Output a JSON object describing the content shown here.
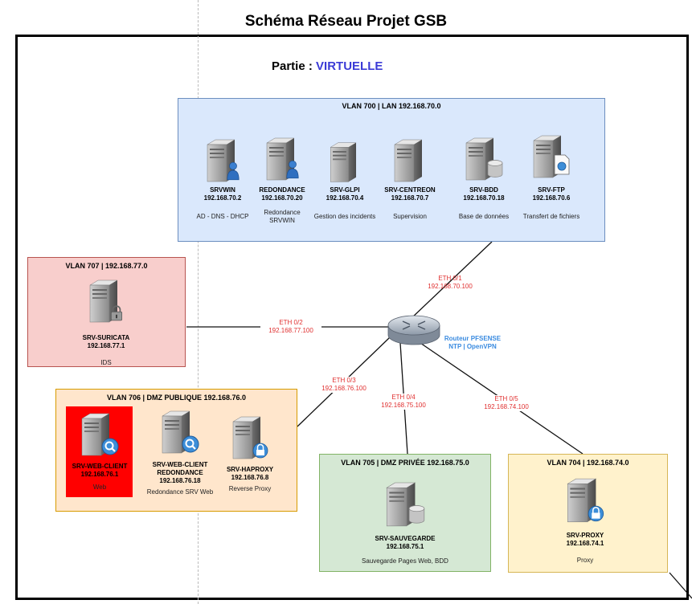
{
  "title": "Schéma Réseau Projet GSB",
  "part": {
    "label": "Partie :",
    "value": "VIRTUELLE"
  },
  "colors": {
    "accent": "#3b3bd6",
    "link_label": "#e03030",
    "router_label": "#3a8be0"
  },
  "zones": {
    "lan": {
      "title": "VLAN 700 | LAN 192.168.70.0",
      "servers": [
        {
          "name": "SRVWIN",
          "ip": "192.168.70.2",
          "desc": "AD - DNS - DHCP",
          "icon": "server-user-icon"
        },
        {
          "name": "REDONDANCE",
          "ip": "192.168.70.20",
          "desc": "Redondance SRVWIN",
          "icon": "server-user-icon"
        },
        {
          "name": "SRV-GLPI",
          "ip": "192.168.70.4",
          "desc": "Gestion des incidents",
          "icon": "server-icon"
        },
        {
          "name": "SRV-CENTREON",
          "ip": "192.168.70.7",
          "desc": "Supervision",
          "icon": "server-icon"
        },
        {
          "name": "SRV-BDD",
          "ip": "192.168.70.18",
          "desc": "Base de données",
          "icon": "server-database-icon"
        },
        {
          "name": "SRV-FTP",
          "ip": "192.168.70.6",
          "desc": "Transfert de fichiers",
          "icon": "server-file-icon"
        }
      ]
    },
    "ids": {
      "title": "VLAN 707 | 192.168.77.0",
      "servers": [
        {
          "name": "SRV-SURICATA",
          "ip": "192.168.77.1",
          "desc": "IDS",
          "icon": "server-lock-icon"
        }
      ]
    },
    "dmz_public": {
      "title": "VLAN 706 | DMZ PUBLIQUE 192.168.76.0",
      "servers": [
        {
          "name": "SRV-WEB-CLIENT",
          "ip": "192.168.76.1",
          "desc": "Web",
          "icon": "server-search-icon"
        },
        {
          "name": "SRV-WEB-CLIENT REDONDANCE",
          "ip": "192.168.76.18",
          "desc": "Redondance SRV Web",
          "icon": "server-search-icon"
        },
        {
          "name": "SRV-HAPROXY",
          "ip": "192.168.76.8",
          "desc": "Reverse Proxy",
          "icon": "server-lock-icon"
        }
      ]
    },
    "dmz_private": {
      "title": "VLAN 705 | DMZ PRIVÉE 192.168.75.0",
      "servers": [
        {
          "name": "SRV-SAUVEGARDE",
          "ip": "192.168.75.1",
          "desc": "Sauvegarde Pages Web, BDD",
          "icon": "server-database-icon"
        }
      ]
    },
    "proxy": {
      "title": "VLAN 704 | 192.168.74.0",
      "servers": [
        {
          "name": "SRV-PROXY",
          "ip": "192.168.74.1",
          "desc": "Proxy",
          "icon": "server-lock-icon"
        }
      ]
    }
  },
  "router": {
    "line1": "Routeur PFSENSE",
    "line2": "NTP | OpenVPN",
    "icon": "router-icon"
  },
  "links": [
    {
      "iface": "ETH 0/1",
      "ip": "192.168.70.100"
    },
    {
      "iface": "ETH 0/2",
      "ip": "192.168.77.100"
    },
    {
      "iface": "ETH 0/3",
      "ip": "192.168.76.100"
    },
    {
      "iface": "ETH 0/4",
      "ip": "192.168.75.100"
    },
    {
      "iface": "ETH 0/5",
      "ip": "192.168.74.100"
    }
  ]
}
